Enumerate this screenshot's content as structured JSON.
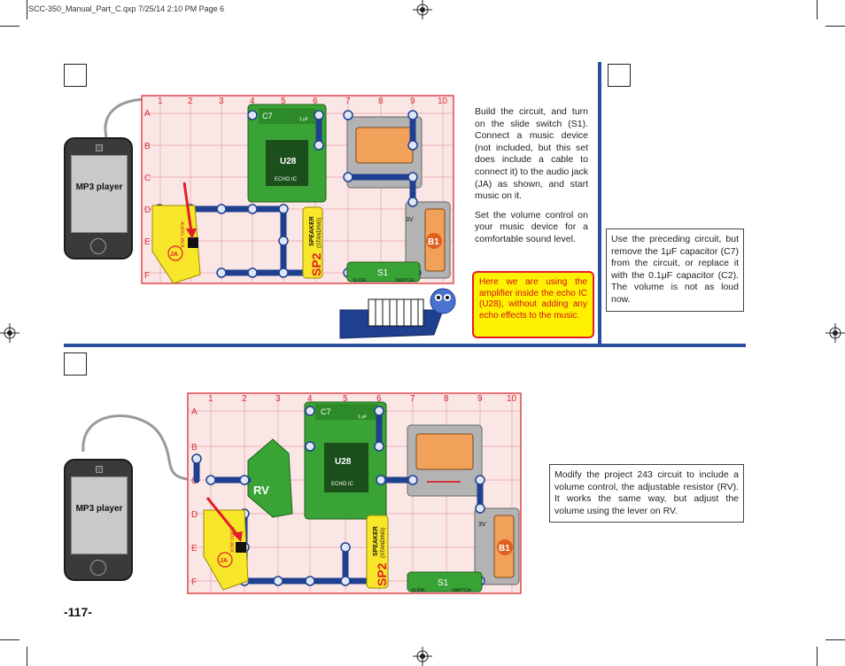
{
  "slug": "SCC-350_Manual_Part_C.qxp  7/25/14  2:10 PM  Page 6",
  "top": {
    "phone_label": "MP3 player",
    "grid_cols": [
      "1",
      "2",
      "3",
      "4",
      "5",
      "6",
      "7",
      "8",
      "9",
      "10"
    ],
    "grid_rows": [
      "A",
      "B",
      "C",
      "D",
      "E",
      "F"
    ],
    "parts": {
      "u28": "U28",
      "echo_ic": "ECHO IC",
      "c7": "C7",
      "c7_val": "1 μF",
      "speaker": "SPEAKER",
      "standing": "(STANDING)",
      "sp2": "SP2",
      "s1": "S1",
      "slide": "SLIDE",
      "switch": "SWITCH",
      "b1": "B1",
      "voltage": "3V",
      "ja": "JA",
      "audio_jack": "AUDIO JACK"
    },
    "instructions_p1": "Build the circuit, and turn on the slide switch (S1). Connect a music device (not included, but this set does include a cable to connect it) to the audio jack (JA) as shown, and start music on it.",
    "instructions_p2": "Set the volume control on your music device for a comfortable sound level.",
    "note": "Here we are using the amplifier inside the echo IC (U28), without adding any echo effects to the music.",
    "right_instructions": "Use the preceding circuit, but remove the 1μF capacitor (C7) from the circuit, or replace it with the 0.1μF capacitor (C2). The volume is not as loud now."
  },
  "bottom": {
    "phone_label": "MP3 player",
    "grid_cols": [
      "1",
      "2",
      "3",
      "4",
      "5",
      "6",
      "7",
      "8",
      "9",
      "10"
    ],
    "grid_rows": [
      "A",
      "B",
      "C",
      "D",
      "E",
      "F"
    ],
    "parts": {
      "u28": "U28",
      "echo_ic": "ECHO IC",
      "c7": "C7",
      "c7_val": "1 μF",
      "speaker": "SPEAKER",
      "standing": "(STANDING)",
      "sp2": "SP2",
      "s1": "S1",
      "slide": "SLIDE",
      "switch": "SWITCH",
      "b1": "B1",
      "voltage": "3V",
      "ja": "JA",
      "rv": "RV",
      "audio_jack": "AUDIO JACK"
    },
    "instructions": "Modify the project 243 circuit to include a volume control, the adjustable resistor (RV). It works the same way, but adjust the volume using the lever on RV."
  },
  "page_number": "-117-",
  "colors": {
    "rule_blue": "#2a4f9e",
    "grid_red": "#e0474c",
    "wire_blue": "#1f3f8f",
    "module_green": "#3aa335",
    "module_yellow": "#f7e62a",
    "note_red": "#e21e2a"
  }
}
